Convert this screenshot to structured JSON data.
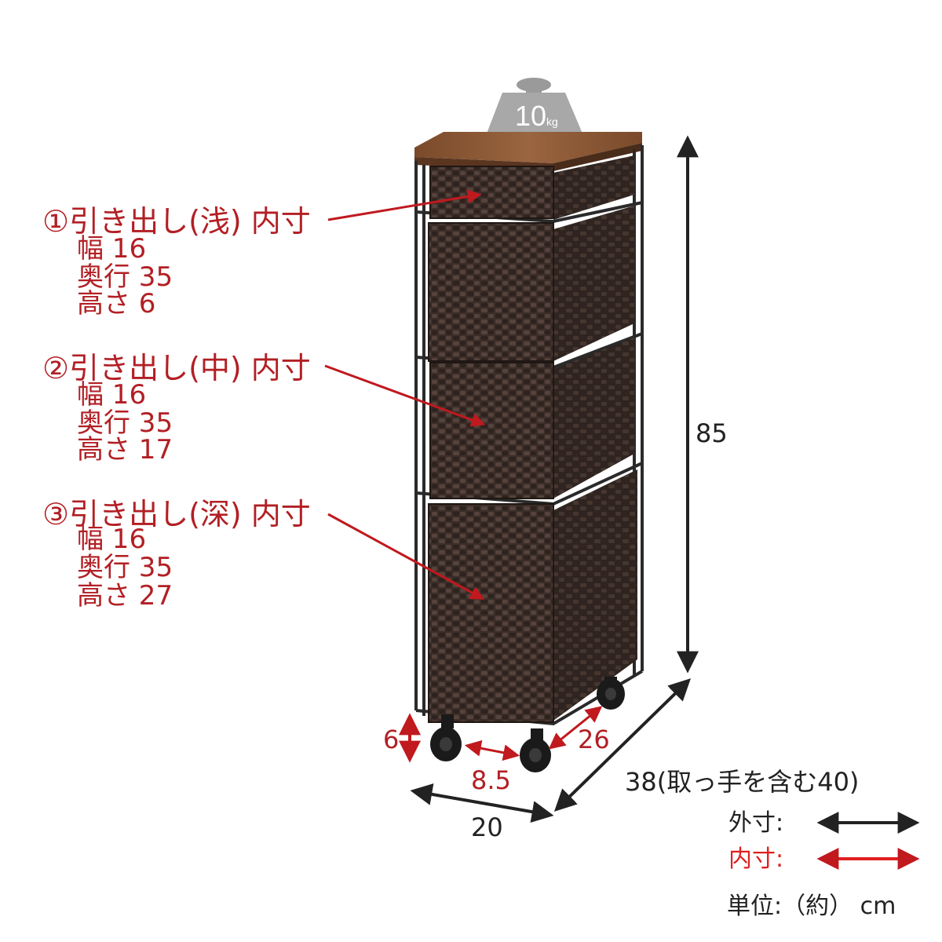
{
  "load": {
    "value": "10",
    "unit": "kg"
  },
  "drawers": [
    {
      "title": "①引き出し(浅) 内寸",
      "width": "幅 16",
      "depth": "奥行 35",
      "height": "高さ  6"
    },
    {
      "title": "②引き出し(中) 内寸",
      "width": "幅 16",
      "depth": "奥行 35",
      "height": "高さ  17"
    },
    {
      "title": "③引き出し(深) 内寸",
      "width": "幅 16",
      "depth": "奥行 35",
      "height": "高さ  27"
    }
  ],
  "dimensions": {
    "total_height": "85",
    "width": "20",
    "depth": "38(取っ手を含む40)",
    "caster_height": "6",
    "caster_width": "8.5",
    "caster_depth": "26"
  },
  "legend": {
    "outer_label": "外寸:",
    "inner_label": "内寸:",
    "unit": "単位:（約） cm",
    "outer_color": "#222222",
    "inner_color": "#e02020"
  },
  "colors": {
    "annotation": "#b21f24",
    "furniture": "#3a2a24",
    "top": "#8a5a36"
  }
}
